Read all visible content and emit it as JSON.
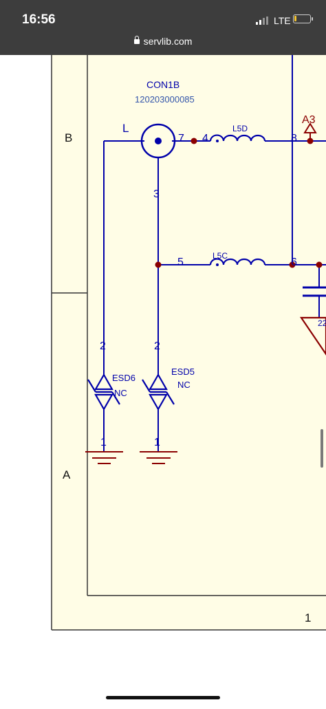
{
  "status_bar": {
    "time": "16:56",
    "network": "LTE"
  },
  "browser": {
    "url": "servlib.com"
  },
  "schematic": {
    "zone_labels": {
      "b": "B",
      "a": "A",
      "sheet_number": "1"
    },
    "connector": {
      "ref": "CON1B",
      "part_number": "120203000085",
      "net": "L"
    },
    "pins": {
      "p7": "7",
      "p4": "4",
      "p8": "8",
      "p3": "3",
      "p5": "5",
      "p6": "6",
      "esd6_p2": "2",
      "esd5_p2": "2",
      "esd6_p1": "1",
      "esd5_p1": "1"
    },
    "inductors": {
      "l5d": "L5D",
      "l5c": "L5C"
    },
    "net_port": "A3",
    "esd6": {
      "ref": "ESD6",
      "value": "NC"
    },
    "esd5": {
      "ref": "ESD5",
      "value": "NC"
    },
    "cap_value_partial": "22"
  },
  "colors": {
    "wire": "#0000aa",
    "junction": "#8b0000",
    "sheet_bg": "#fffde6",
    "frame": "#333333",
    "attr_blue": "#3355aa"
  }
}
